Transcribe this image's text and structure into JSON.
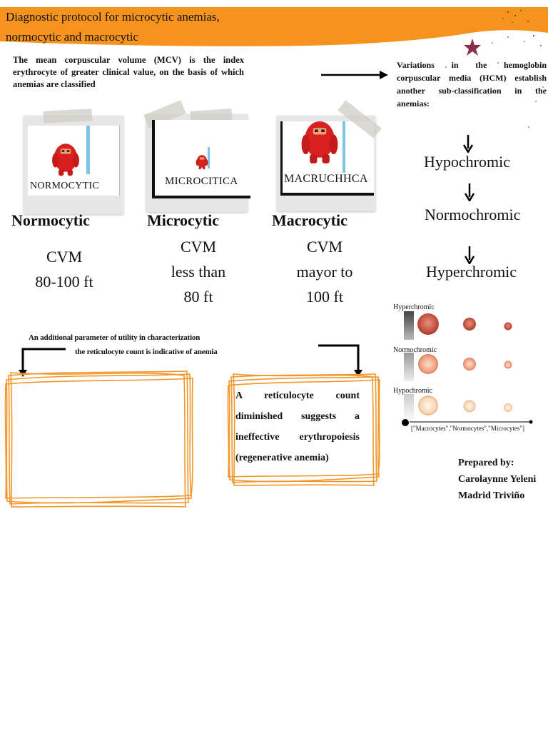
{
  "header": {
    "title_line1": "Diagnostic protocol for microcytic anemias,",
    "title_line2": "normocytic and macrocytic",
    "band_color": "#f5931e",
    "star_color": "#8b2f4a"
  },
  "intro_text": "The mean corpuscular volume (MCV) is the index erythrocyte of greater clinical value, on the basis of which anemias are classified",
  "variations_text": "Variations in the hemoglobin corpuscular media (HCM) establish another sub-classification in the anemias:",
  "frames": [
    {
      "caption": "NORMOCYTIC",
      "icon": "red-blood-cell-character-icon"
    },
    {
      "caption": "MICROCITICA",
      "icon": "red-blood-cell-character-icon"
    },
    {
      "caption": "MACRUCHHCA",
      "icon": "red-blood-cell-character-icon"
    }
  ],
  "types": [
    {
      "name": "Normocytic",
      "cvm_lines": [
        "CVM",
        "80-100 ft"
      ]
    },
    {
      "name": "Microcytic",
      "cvm_lines": [
        "CVM",
        "less than",
        "80 ft"
      ]
    },
    {
      "name": "Macrocytic",
      "cvm_lines": [
        "CVM",
        "mayor to",
        "100 ft"
      ]
    }
  ],
  "chromia": [
    "Hypochromic",
    "Normochromic",
    "Hyperchromic"
  ],
  "param_text": {
    "line1": "An additional parameter of utility in characterization",
    "line2": "the reticulocyte count is indicative of anemia"
  },
  "retic_text": "A reticulocyte count diminished suggests a ineffective erythropoiesis (regenerative anemia)",
  "cell_scale": {
    "row_labels": [
      "Hyperchromic",
      "Normochromic",
      "Hypochromic"
    ],
    "x_label": "[\"Macrocytes\",\"Normocytes\",\"Microcytes\"]"
  },
  "prepared_by": {
    "label": "Prepared by:",
    "name_line1": "Carolaynne Yeleni",
    "name_line2": "Madrid Triviño"
  },
  "accent_color": "#f0962a"
}
